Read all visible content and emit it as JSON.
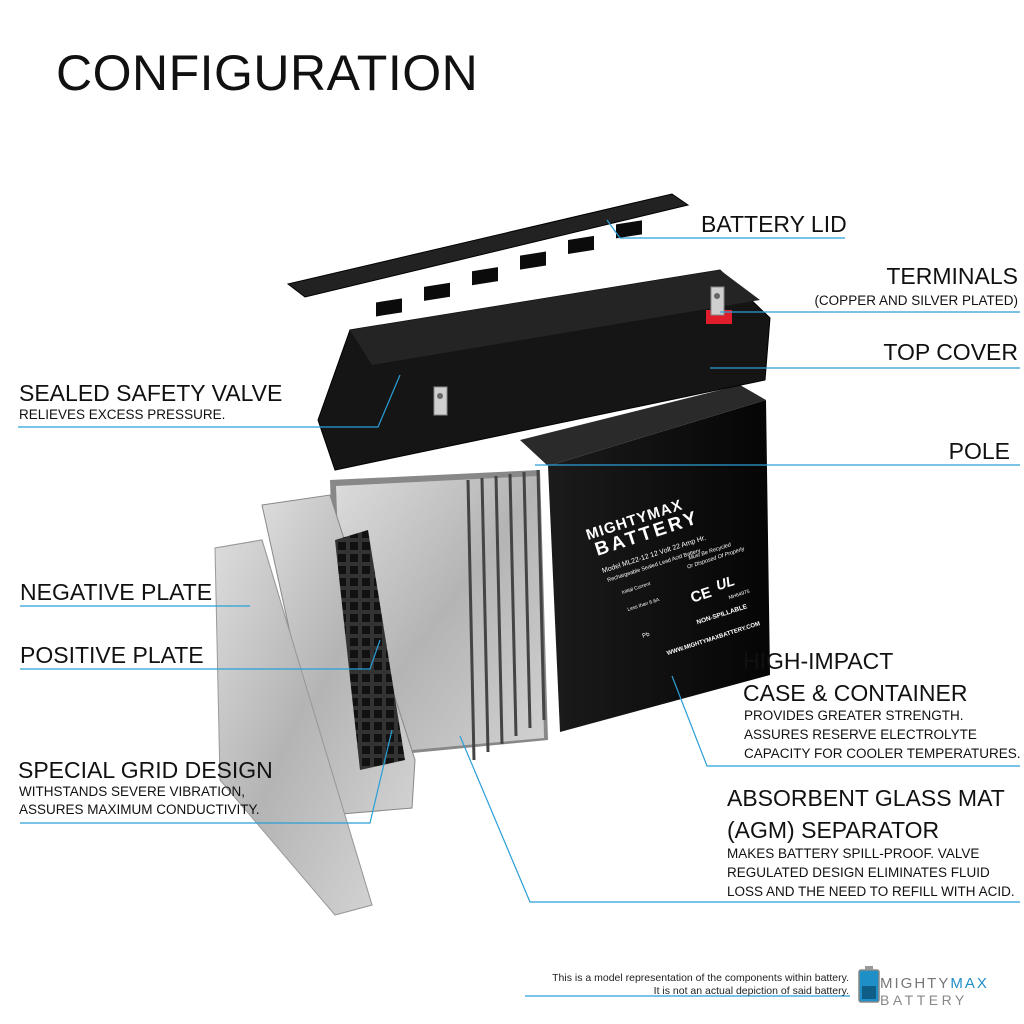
{
  "title": "CONFIGURATION",
  "labels": {
    "battery_lid": "BATTERY LID",
    "terminals": "TERMINALS",
    "terminals_sub": "(COPPER AND SILVER PLATED)",
    "top_cover": "TOP COVER",
    "sealed_valve": "SEALED SAFETY VALVE",
    "sealed_valve_sub": "RELIEVES EXCESS PRESSURE.",
    "pole": "POLE",
    "negative_plate": "NEGATIVE PLATE",
    "positive_plate": "POSITIVE PLATE",
    "high_impact_1": "HIGH-IMPACT",
    "high_impact_2": "CASE & CONTAINER",
    "high_impact_sub1": "PROVIDES GREATER STRENGTH.",
    "high_impact_sub2": "ASSURES RESERVE ELECTROLYTE",
    "high_impact_sub3": "CAPACITY FOR COOLER TEMPERATURES.",
    "grid_design": "SPECIAL GRID DESIGN",
    "grid_sub1": "WITHSTANDS SEVERE VIBRATION,",
    "grid_sub2": "ASSURES MAXIMUM CONDUCTIVITY.",
    "agm_1": "ABSORBENT GLASS MAT",
    "agm_2": "(AGM) SEPARATOR",
    "agm_sub1": "MAKES BATTERY SPILL-PROOF. VALVE",
    "agm_sub2": "REGULATED DESIGN ELIMINATES FLUID",
    "agm_sub3": "LOSS AND THE NEED TO REFILL WITH ACID."
  },
  "battery_label": {
    "brand_1": "MIGHTYMAX",
    "brand_2": "BATTERY",
    "model": "Model ML22-12  12 Volt 22 Amp Hr.",
    "type": "Rechargeable Sealed Lead Acid Battery",
    "recycle_1": "Must Be Recycled",
    "recycle_2": "Or Disposed Of Properly",
    "non_spillable": "NON-SPILLABLE",
    "website": "WWW.MIGHTYMAXBATTERY.COM",
    "cert_ce": "CE",
    "cert_ul": "UL",
    "cert_code": "MH64975",
    "initial_current": "Initial Current",
    "less_than": "Less than 6.6A",
    "pb": "Pb"
  },
  "footer": {
    "note_1": "This is a model representation of the components within battery.",
    "note_2": "It is not an actual depiction of said battery.",
    "brand_mighty": "MIGHTY",
    "brand_max": "MAX",
    "brand_battery": "BATTERY"
  },
  "colors": {
    "leader": "#2a9fd6",
    "case": "#111111",
    "plate": "#bfbfbf",
    "terminal_red": "#e01e2b",
    "accent": "#1e8fc7"
  }
}
